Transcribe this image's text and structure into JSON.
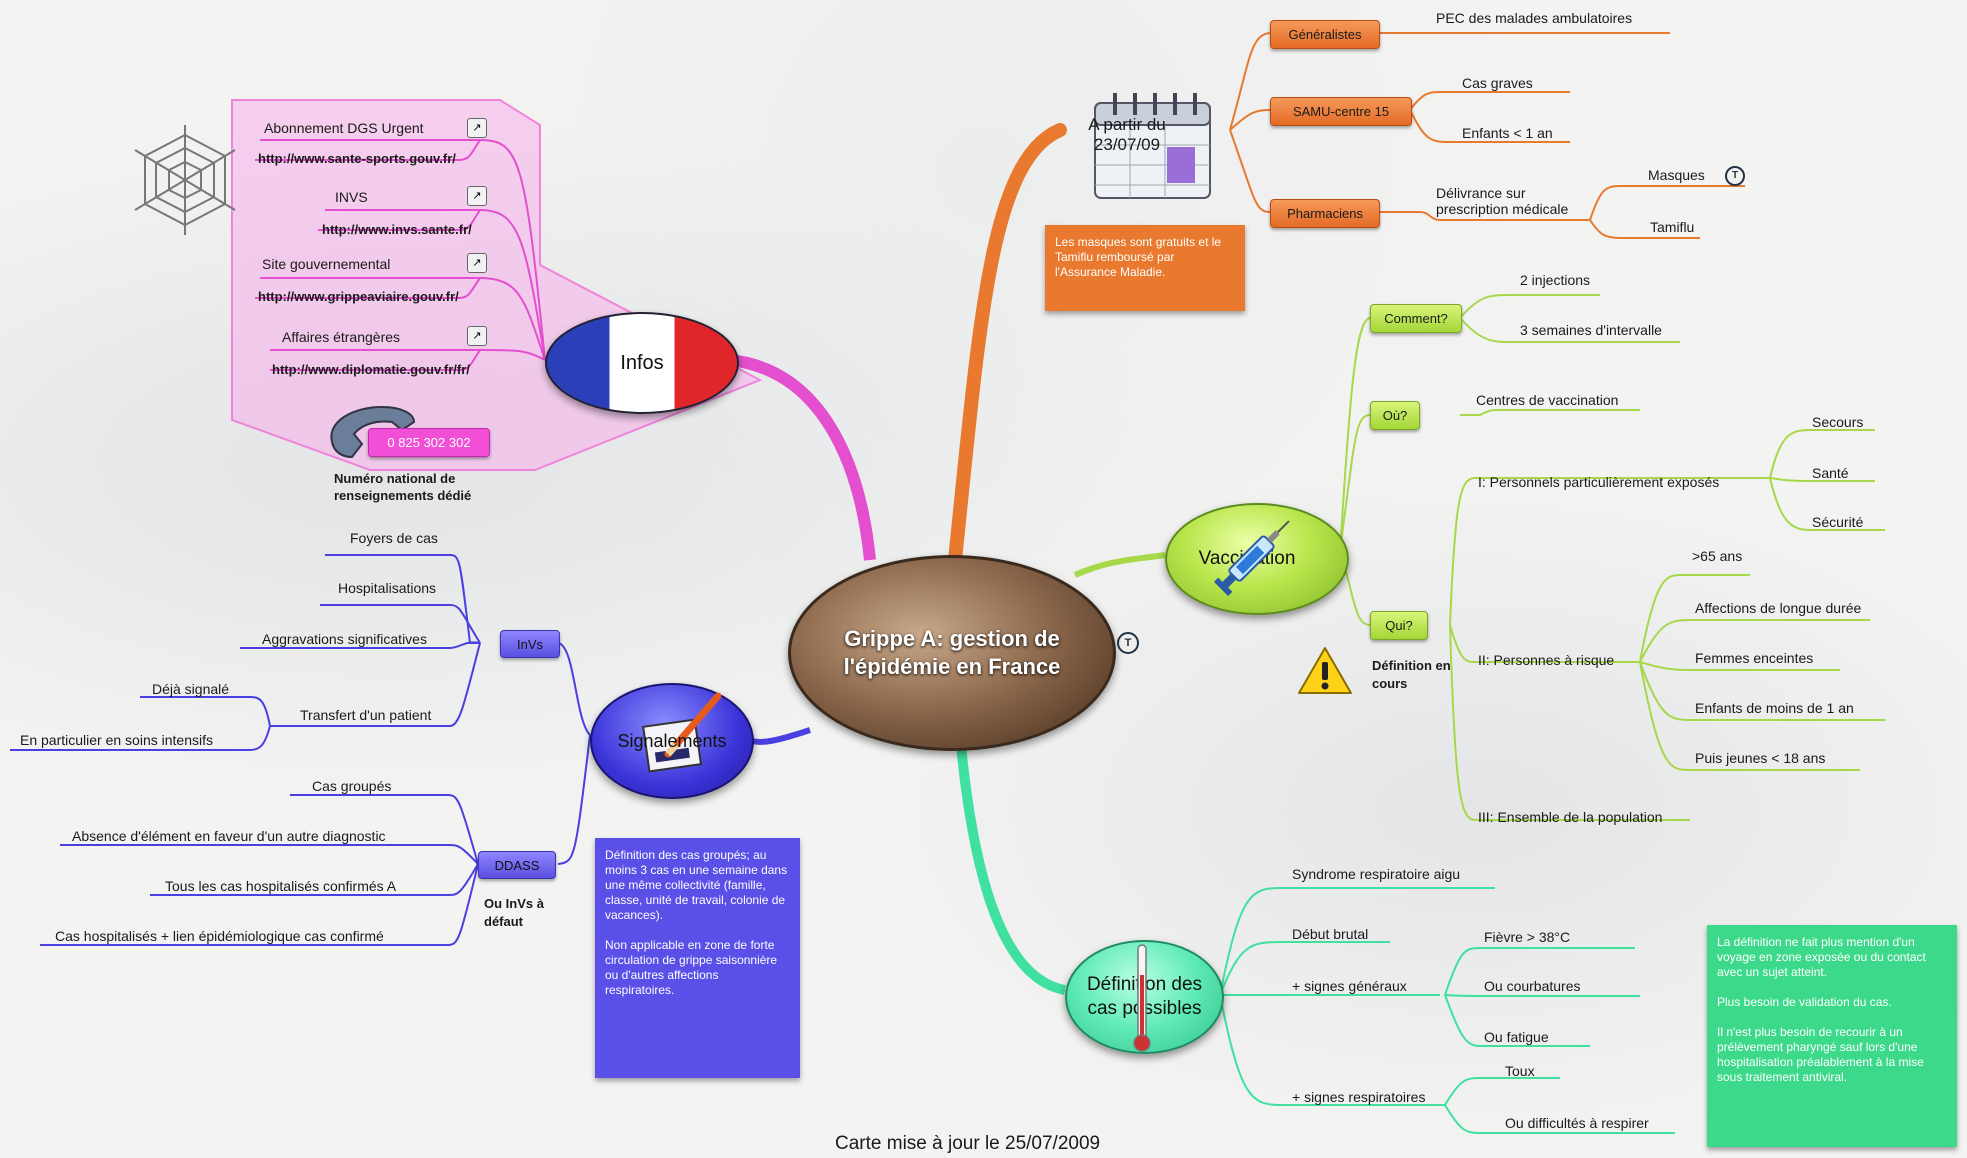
{
  "central": {
    "title": "Grippe A: gestion de l'épidémie en France"
  },
  "footer": "Carte mise à jour le 25/07/2009",
  "infos": {
    "label": "Infos",
    "links": [
      {
        "name": "Abonnement DGS Urgent",
        "url": "http://www.sante-sports.gouv.fr/"
      },
      {
        "name": "INVS",
        "url": "http://www.invs.sante.fr/"
      },
      {
        "name": "Site gouvernemental",
        "url": "http://www.grippeaviaire.gouv.fr/"
      },
      {
        "name": "Affaires étrangères",
        "url": "http://www.diplomatie.gouv.fr/fr/"
      }
    ],
    "phone": "0 825 302 302",
    "phone_caption": "Numéro national de renseignements dédié"
  },
  "apartir": {
    "label": "A partir du 23/07/09",
    "generalistes": {
      "label": "Généralistes",
      "item": "PEC des malades ambulatoires"
    },
    "samu": {
      "label": "SAMU-centre 15",
      "items": [
        "Cas graves",
        "Enfants < 1 an"
      ]
    },
    "pharmaciens": {
      "label": "Pharmaciens",
      "item": "Délivrance sur prescription médicale",
      "subitems": [
        "Masques",
        "Tamiflu"
      ]
    },
    "note": "Les masques sont gratuits et le Tamiflu remboursé par l'Assurance Maladie."
  },
  "vaccination": {
    "label": "Vaccination",
    "comment": {
      "label": "Comment?",
      "items": [
        "2 injections",
        "3 semaines d'intervalle"
      ]
    },
    "ou": {
      "label": "Où?",
      "item": "Centres de vaccination"
    },
    "qui": {
      "label": "Qui?",
      "note": "Définition en cours",
      "g1": {
        "label": "I: Personnels particulièrement exposés",
        "items": [
          "Secours",
          "Santé",
          "Sécurité"
        ]
      },
      "g2": {
        "label": "II: Personnes à risque",
        "items": [
          ">65 ans",
          "Affections de longue durée",
          "Femmes enceintes",
          "Enfants de moins de 1 an",
          "Puis jeunes < 18 ans"
        ]
      },
      "g3": {
        "label": "III: Ensemble de la population"
      }
    }
  },
  "definition": {
    "label": "Définition des cas possibles",
    "items": [
      "Syndrome respiratoire aigu",
      "Début brutal",
      "+ signes généraux",
      "+ signes respiratoires"
    ],
    "generaux": [
      "Fièvre > 38°C",
      "Ou courbatures",
      "Ou fatigue"
    ],
    "respiratoires": [
      "Toux",
      "Ou difficultés à respirer"
    ],
    "note1": "La définition ne fait plus mention d'un voyage en zone exposée ou du contact avec un sujet atteint.",
    "note2": "Plus besoin de validation du cas.",
    "note3": "Il n'est plus besoin de recourir à un prélèvement pharyngé sauf lors d'une hospitalisation préalablement à la mise sous traitement antiviral."
  },
  "signalements": {
    "label": "Signalements",
    "invs": {
      "label": "InVs",
      "items": [
        "Foyers de cas",
        "Hospitalisations",
        "Aggravations significatives",
        "Transfert d'un patient"
      ],
      "transfert_sub": [
        "Déjà signalé",
        "En particulier en soins intensifs"
      ]
    },
    "ddass": {
      "label": "DDASS",
      "caption": "Ou InVs à défaut",
      "items": [
        "Cas groupés",
        "Absence d'élément en faveur d'un autre diagnostic",
        "Tous les cas hospitalisés confirmés A",
        "Cas hospitalisés + lien épidémiologique cas confirmé"
      ]
    },
    "note1": "Définition des cas groupés; au moins 3 cas en une semaine dans une même collectivité (famille, classe, unité de travail, colonie de vacances).",
    "note2": "Non applicable en zone de forte circulation de grippe saisonnière ou d'autres affections respiratoires."
  },
  "colors": {
    "orange": "#e8792e",
    "green": "#8ed334",
    "teal": "#3fe0a0",
    "purple": "#4a3fe0",
    "pink": "#f08ad8"
  }
}
